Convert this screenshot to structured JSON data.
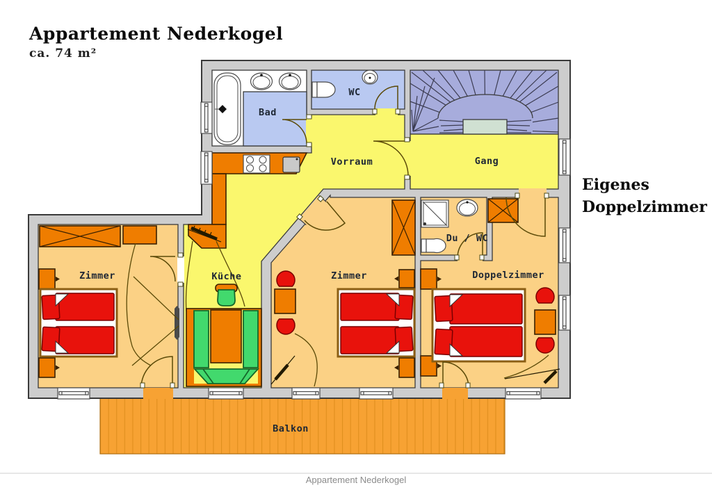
{
  "title": {
    "line1": "Appartement Nederkogel",
    "line2": "ca. 74 m²"
  },
  "side_note": {
    "line1": "Eigenes",
    "line2": "Doppelzimmer"
  },
  "footer": {
    "text": "Appartement Nederkogel"
  },
  "rooms": {
    "bad": "Bad",
    "wc": "WC",
    "vorraum": "Vorraum",
    "gang": "Gang",
    "zimmer_left": "Zimmer",
    "kueche": "Küche",
    "zimmer_middle": "Zimmer",
    "du_wc": "Du / WC",
    "doppelzimmer": "Doppelzimmer",
    "balkon": "Balkon"
  },
  "colors": {
    "wall": "#cdcdcd",
    "line": "#3a3a3a",
    "yellow": "#faf76d",
    "tan": "#fbd185",
    "blue": "#b9c9f1",
    "purple": "#a7acdc",
    "landing": "#d0e0d2",
    "balcony": "#f7a233",
    "orange": "#ef7d00",
    "orange_line": "#3a2000",
    "red": "#e8120c",
    "green": "#42d96d",
    "door": "#5b4a08"
  }
}
